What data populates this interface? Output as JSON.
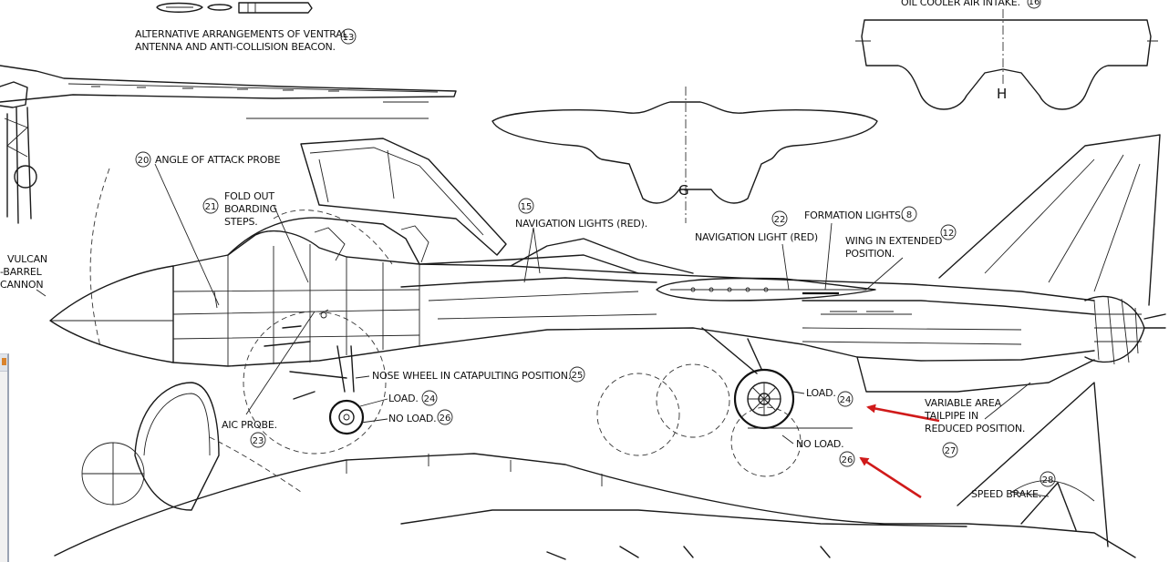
{
  "labels": {
    "oil_cooler": "OIL COOLER AIR INTAKE.",
    "oil_cooler_num": "16",
    "alt_antenna_line1": "ALTERNATIVE ARRANGEMENTS OF VENTRAL",
    "alt_antenna_line2": "ANTENNA AND ANTI-COLLISION BEACON.",
    "alt_antenna_num": "13",
    "h_section": "H",
    "g_section": "G",
    "aoa_probe": "ANGLE OF ATTACK PROBE",
    "aoa_probe_num": "20",
    "boarding_steps_line1": "FOLD OUT",
    "boarding_steps_line2": "BOARDING",
    "boarding_steps_line3": "STEPS.",
    "boarding_steps_num": "21",
    "vulcan_line1": "VULCAN",
    "vulcan_line2": "-BARREL",
    "vulcan_line3": "CANNON",
    "nav_lights_red": "NAVIGATION LIGHTS (RED).",
    "nav_lights_red_num": "15",
    "nav_light_red_2": "NAVIGATION LIGHT (RED)",
    "nav_light_red_2_num": "22",
    "formation_lights": "FORMATION LIGHTS.",
    "formation_lights_num": "8",
    "wing_extended_line1": "WING IN EXTENDED",
    "wing_extended_line2": "POSITION.",
    "wing_extended_num": "12",
    "nose_wheel": "NOSE WHEEL IN CATAPULTING POSITION.",
    "nose_wheel_num": "25",
    "load_nose": "LOAD.",
    "load_nose_num": "24",
    "no_load_nose": "NO LOAD.",
    "no_load_nose_num": "26",
    "aic_probe": "AIC PROBE.",
    "aic_probe_num": "23",
    "load_main": "LOAD.",
    "load_main_num": "24",
    "no_load_main": "NO LOAD.",
    "no_load_main_num": "26",
    "tailpipe_line1": "VARIABLE AREA",
    "tailpipe_line2": "TAILPIPE IN",
    "tailpipe_line3": "REDUCED POSITION.",
    "tailpipe_num": "27",
    "speed_brake": "SPEED BRAKE.",
    "speed_brake_num": "28"
  },
  "colors": {
    "ink": "#1a1a1a",
    "annotation_arrow": "#d01a1a",
    "background": "#ffffff"
  }
}
